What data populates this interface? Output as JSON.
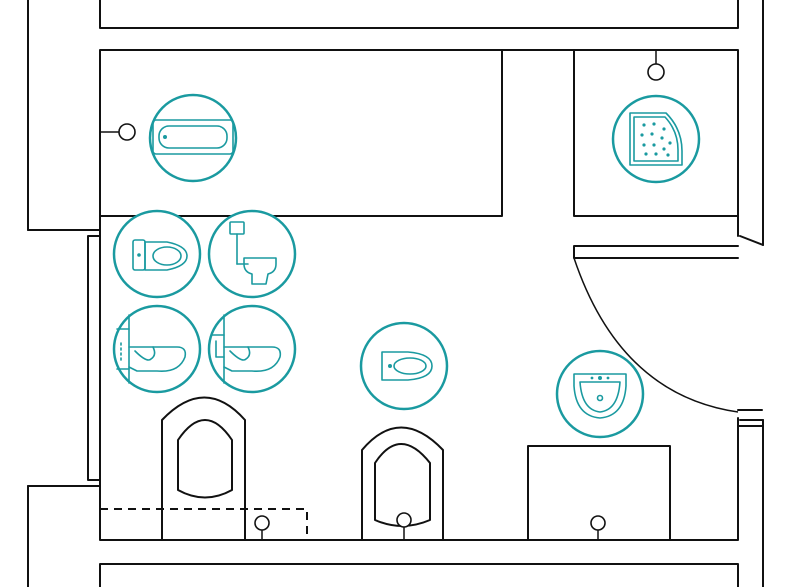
{
  "diagram": {
    "type": "bathroom-floor-plan",
    "accent_color": "#1a9aa0",
    "line_color": "#111111",
    "fixtures": [
      {
        "name": "bathtub",
        "icon": "bathtub-icon"
      },
      {
        "name": "shower-tray",
        "icon": "shower-tray-icon"
      },
      {
        "name": "close-coupled-toilet",
        "icon": "close-coupled-toilet-icon"
      },
      {
        "name": "high-tank-toilet",
        "icon": "high-tank-toilet-icon"
      },
      {
        "name": "wall-hung-toilet-concealed",
        "icon": "wall-hung-toilet-icon"
      },
      {
        "name": "wall-hung-toilet",
        "icon": "wall-hung-toilet-alt-icon"
      },
      {
        "name": "bidet",
        "icon": "bidet-icon"
      },
      {
        "name": "washbasin",
        "icon": "washbasin-icon"
      }
    ]
  }
}
